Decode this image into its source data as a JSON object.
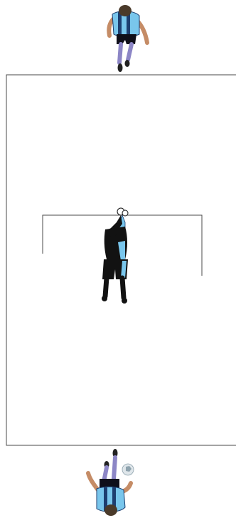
{
  "scene": {
    "type": "penalty-kick-illustration"
  },
  "colors": {
    "background": "#ffffff",
    "line": "#4a4a4a",
    "jersey_sky_blue": "#79c6ec",
    "jersey_navy": "#1d3e70",
    "shorts": "#0f0f1a",
    "socks": "#8c86c6",
    "skin": "#c58c66",
    "hair": "#4a3a2a",
    "boot": "#222222",
    "keeper_kit": "#121212",
    "keeper_sleeve": "#79c6ec",
    "glove": "#ffffff",
    "ball": "#dfe6ea",
    "ball_patch": "#8fa3ae"
  },
  "players": [
    {
      "role": "striker-top",
      "facing": "down"
    },
    {
      "role": "goalkeeper",
      "facing": "up",
      "action": "jumping-catch"
    },
    {
      "role": "striker-bottom",
      "facing": "up",
      "action": "kicking"
    }
  ],
  "ball": {
    "near": "striker-bottom"
  }
}
